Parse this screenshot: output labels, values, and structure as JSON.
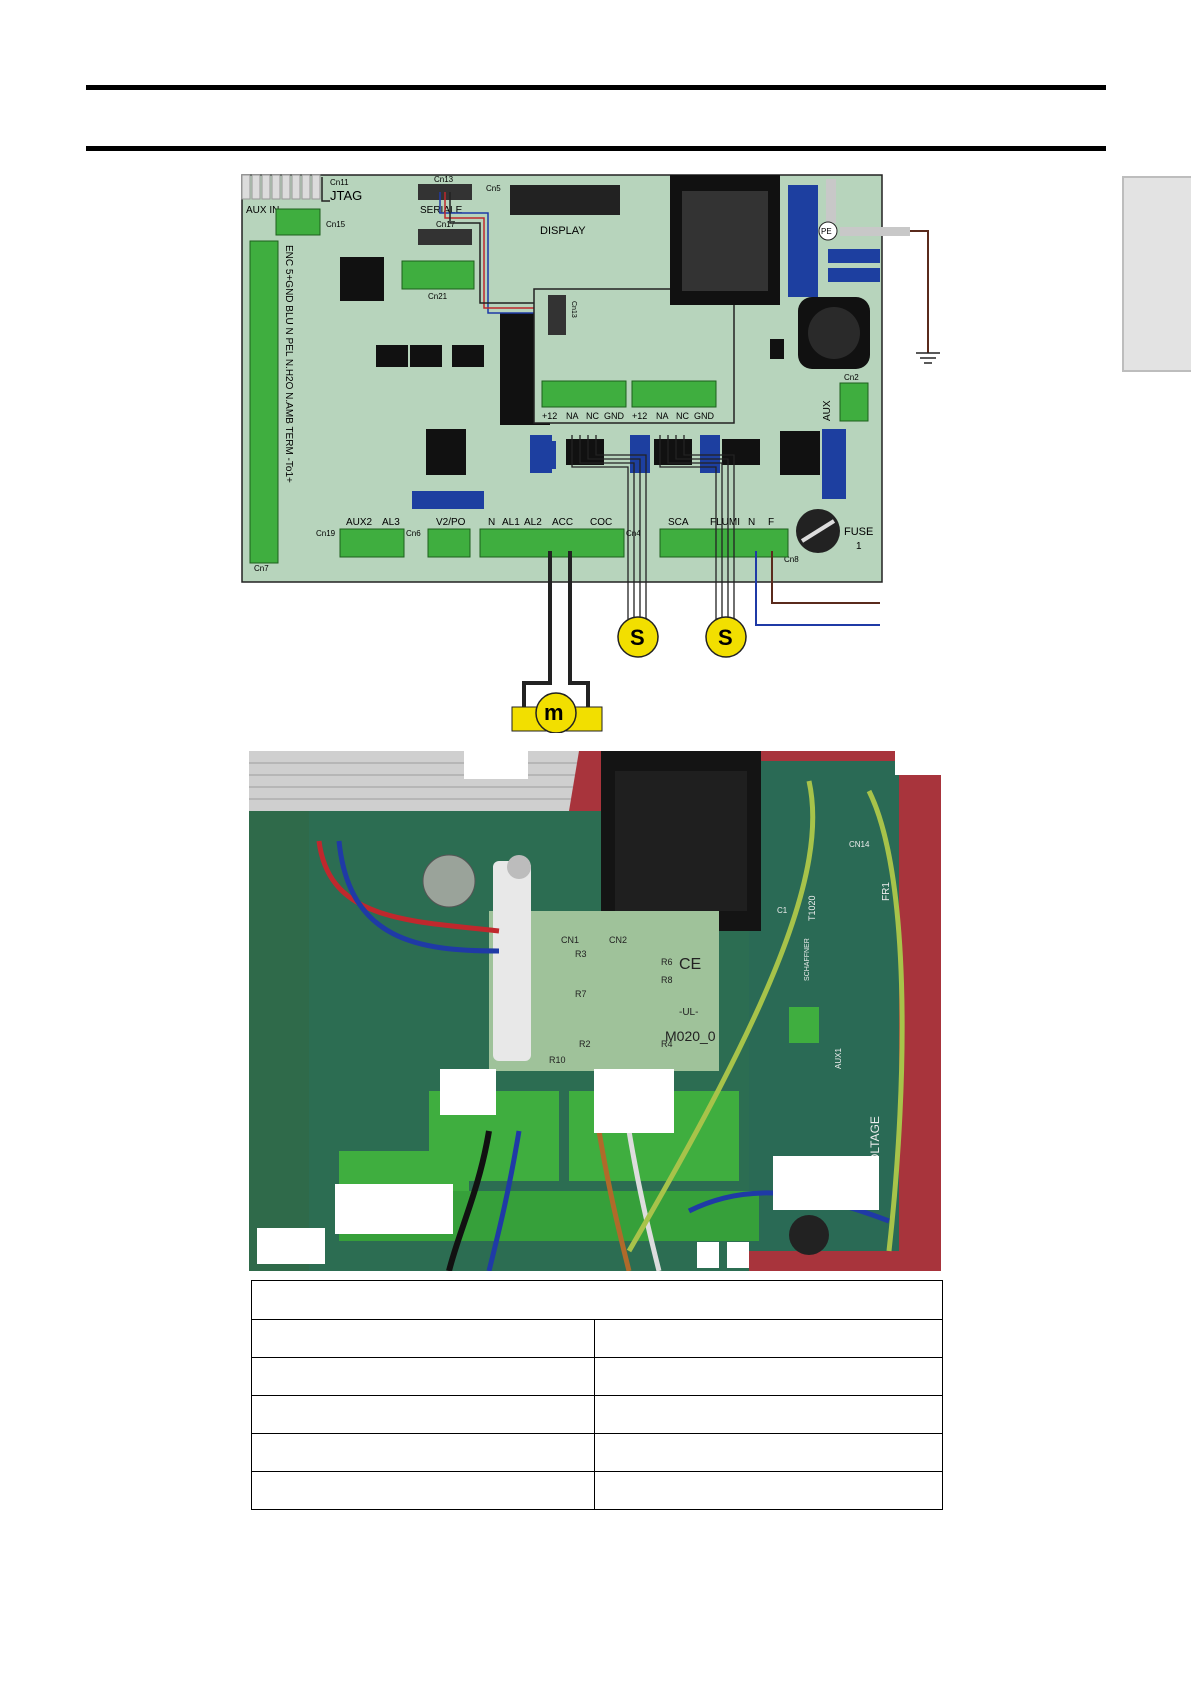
{
  "diagram": {
    "connectors": {
      "cn11": "Cn11",
      "jtag": "JTAG",
      "aux_in": "AUX IN",
      "cn15": "Cn15",
      "cn13": "Cn13",
      "serial": "SERIALE",
      "cn17": "Cn17",
      "cn5": "Cn5",
      "display": "DISPLAY",
      "cn21": "Cn21",
      "pe": "PE",
      "cn2": "Cn2",
      "aux": "AUX",
      "cn7": "Cn7",
      "cn13_module": "Cn13",
      "cn19": "Cn19",
      "cn6": "Cn6",
      "cn4": "Cn4",
      "cn8": "Cn8",
      "fuse": "FUSE",
      "fuse_num": "1"
    },
    "left_strip_label": "ENC 5+GND BLU N PEL N.H2O N.AMB TERM -To1+",
    "module_pins_left": [
      "+12",
      "NA",
      "NC",
      "GND"
    ],
    "module_pins_right": [
      "+12",
      "NA",
      "NC",
      "GND"
    ],
    "bottom_labels": [
      "AUX2",
      "AL3",
      "V2/PO",
      "N",
      "AL1",
      "AL2",
      "ACC",
      "COC",
      "SCA",
      "FLUMI",
      "N",
      "F"
    ],
    "sensor_label": "S",
    "motor_label": "m",
    "colors": {
      "board": "#b7d4bc",
      "terminal": "#3fae3f",
      "blue_part": "#1d3fa0",
      "sensor": "#f2df00",
      "brown_wire": "#5a2a1c",
      "blue_wire": "#1f3aa6"
    }
  },
  "photo": {
    "markings": [
      "CN1",
      "R3",
      "CN2",
      "R6",
      "R8",
      "R7",
      "-UL-",
      "M020_0",
      "R2",
      "R4",
      "R10",
      "CE",
      "FR1",
      "VOLTAGE",
      "CN14",
      "AUX1",
      "T1020",
      "SCHAFFNER",
      "C1"
    ]
  },
  "table": {
    "header": "",
    "rows": [
      [
        "",
        ""
      ],
      [
        "",
        ""
      ],
      [
        "",
        ""
      ],
      [
        "",
        ""
      ],
      [
        "",
        ""
      ]
    ]
  }
}
